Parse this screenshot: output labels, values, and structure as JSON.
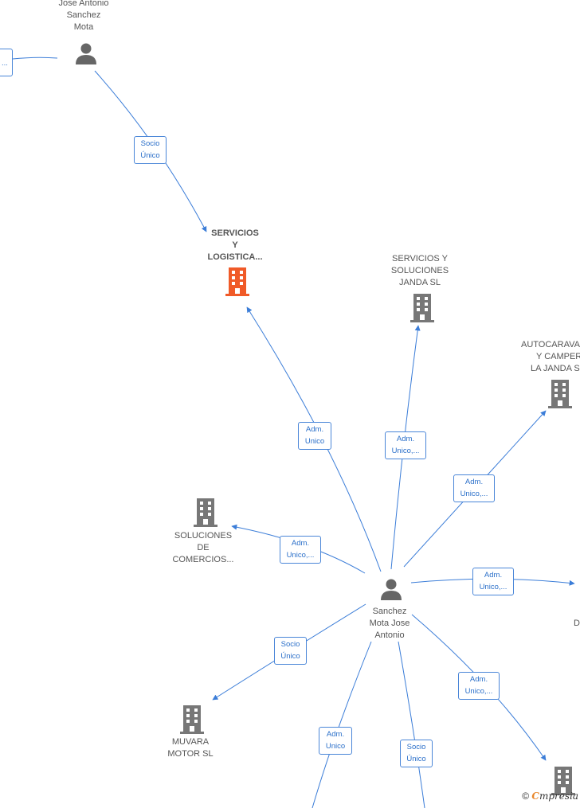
{
  "nodes": {
    "jose_antonio": [
      "Jose Antonio",
      "Sanchez",
      "Mota"
    ],
    "servicios_logistica": [
      "SERVICIOS",
      "Y",
      "LOGISTICA..."
    ],
    "servicios_soluciones": [
      "SERVICIOS Y",
      "SOLUCIONES",
      "JANDA  SL"
    ],
    "autocaravanas": [
      "AUTOCARAVAN",
      "Y CAMPER",
      "LA JANDA  S"
    ],
    "soluciones_comercios": [
      "SOLUCIONES",
      "DE",
      "COMERCIOS..."
    ],
    "sanchez_mota": [
      "Sanchez",
      "Mota Jose",
      "Antonio"
    ],
    "muvara": [
      "MUVARA",
      "MOTOR SL"
    ],
    "right_partial": [
      "D"
    ],
    "left_partial": [
      "..."
    ]
  },
  "edges": {
    "socio_unico_top": [
      "Socio",
      "Único"
    ],
    "adm_unico_logistica": [
      "Adm.",
      "Unico"
    ],
    "adm_unico_janda": [
      "Adm.",
      "Unico,..."
    ],
    "adm_unico_autocaravanas": [
      "Adm.",
      "Unico,..."
    ],
    "adm_unico_comercios": [
      "Adm.",
      "Unico,..."
    ],
    "adm_unico_right": [
      "Adm.",
      "Unico,..."
    ],
    "socio_unico_muvara": [
      "Socio",
      "Único"
    ],
    "adm_unico_bottom_right": [
      "Adm.",
      "Unico,..."
    ],
    "adm_unico_bottom": [
      "Adm.",
      "Unico"
    ],
    "socio_unico_bottom": [
      "Socio",
      "Único"
    ]
  },
  "footer": {
    "copyright": "©",
    "brand_first": "C",
    "brand_rest": "mpresia"
  },
  "colors": {
    "edge": "#3b7dd8",
    "person": "#666666",
    "company": "#777777",
    "company_main": "#f05a28"
  }
}
